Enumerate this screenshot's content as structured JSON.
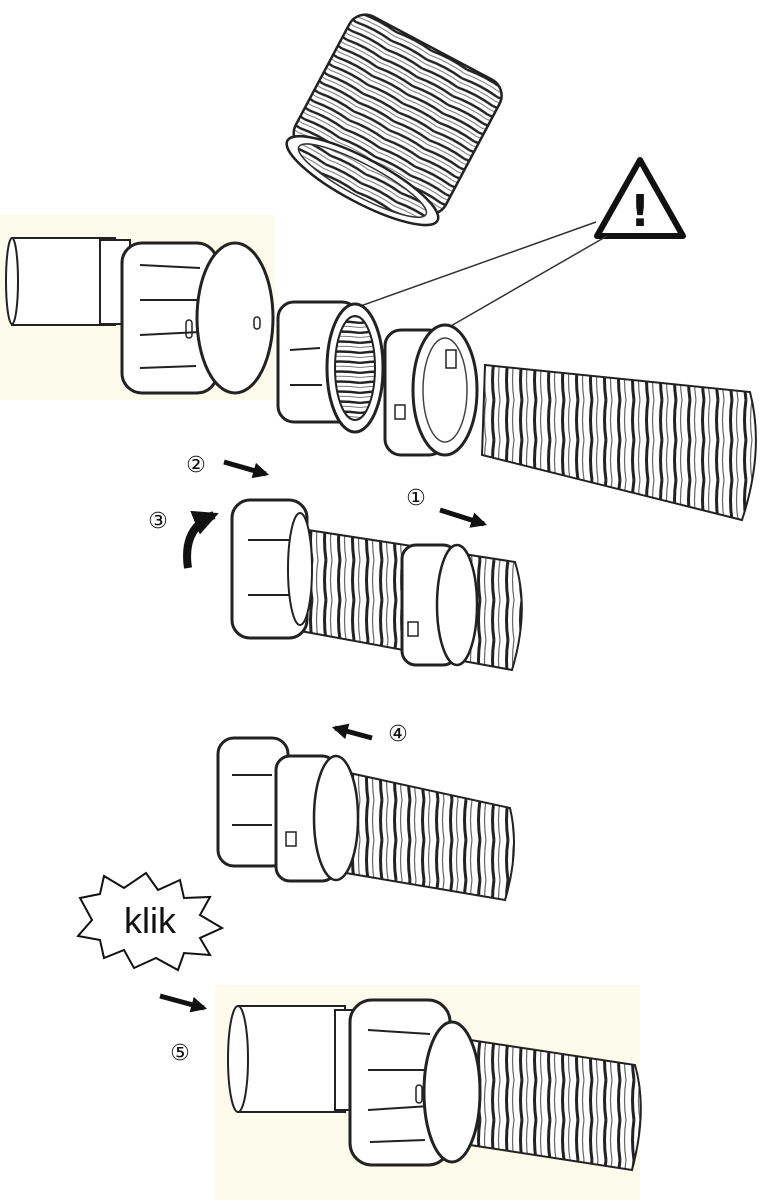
{
  "steps": {
    "step1": "①",
    "step2": "②",
    "step3": "③",
    "step4": "④",
    "step5": "⑤"
  },
  "sound_label": "klik",
  "warning_symbol": "!",
  "icons": {
    "warning": "warning-triangle-icon",
    "arrow": "arrow-right-icon",
    "rotate": "rotate-arrow-icon",
    "burst": "starburst-icon"
  },
  "colors": {
    "line": "#222222",
    "background": "#ffffff",
    "tint": "#fdfbeb"
  }
}
